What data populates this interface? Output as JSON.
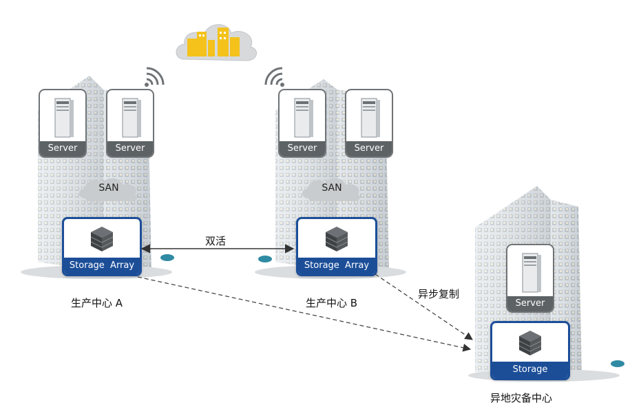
{
  "diagram": {
    "sites": [
      {
        "name": "生产中心 A",
        "servers": [
          "Server",
          "Server"
        ],
        "network": "SAN",
        "storage": "Storage  Array"
      },
      {
        "name": "生产中心 B",
        "servers": [
          "Server",
          "Server"
        ],
        "network": "SAN",
        "storage": "Storage  Array"
      },
      {
        "name": "异地灾备中心",
        "servers": [
          "Server"
        ],
        "storage": "Storage"
      }
    ],
    "links": [
      {
        "label": "双活",
        "style": "solid-double-arrow"
      },
      {
        "label": "异步复制",
        "style": "dashed-arrow"
      }
    ],
    "icons": [
      "cloud-city-icon",
      "wireless-signal-icon",
      "building-icon",
      "server-tower-icon",
      "storage-unit-icon",
      "car-icon"
    ],
    "colors": {
      "storage_border": "#1c4e98",
      "server_label": "#5d6265",
      "cloud_buildings": "#f4c21b",
      "cloud": "#d7d9db"
    }
  }
}
